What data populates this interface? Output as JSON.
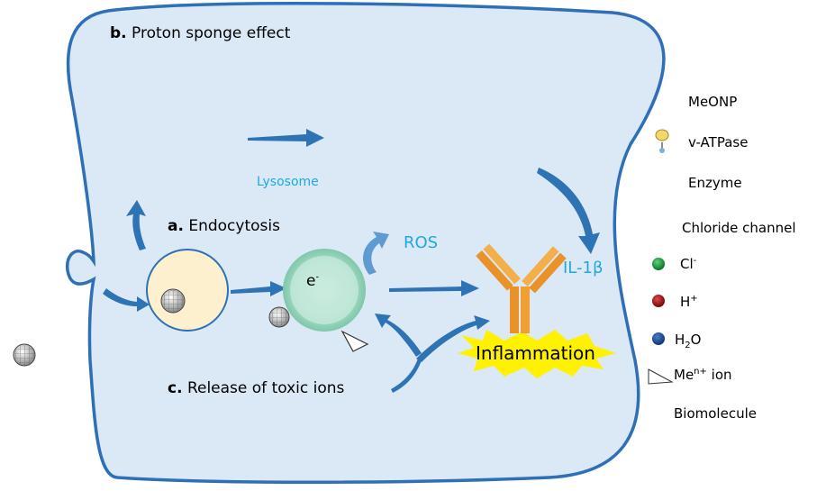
{
  "diagram": {
    "label_b_letter": "b.",
    "label_b_text": "Proton sponge effect",
    "label_a_letter": "a.",
    "label_a_text": "Endocytosis",
    "label_c_letter": "c.",
    "label_c_text": "Release of toxic ions",
    "lysosome": "Lysosome",
    "ros": "ROS",
    "electron": "e",
    "electron_sup": "-",
    "il1b": "IL-1β",
    "inflammation": "Inflammation"
  },
  "legend": {
    "meonp": "MeONP",
    "vatpase": "v-ATPase",
    "enzyme": "Enzyme",
    "chloride_channel": "Chloride channel",
    "cl": "Cl",
    "cl_sup": "-",
    "h": "H",
    "h_sup": "+",
    "h2o_h": "H",
    "h2o_sub": "2",
    "h2o_o": "O",
    "me_ion_me": "Me",
    "me_ion_sup": "n+",
    "me_ion_text": "ion",
    "biomolecule": "Biomolecule"
  },
  "colors": {
    "cell_fill": "#dbe8f6",
    "cell_stroke": "#2f6fb8",
    "arrow": "#2e74b5",
    "vesicle_fill": "#fdf0cf",
    "lysosome_text": "#1fa9e1",
    "antibody": "#f0a030",
    "burst": "#fff200",
    "cl_dot": "#1a9e3a",
    "h_dot": "#a51010",
    "h2o_dot": "#1f4f99"
  }
}
